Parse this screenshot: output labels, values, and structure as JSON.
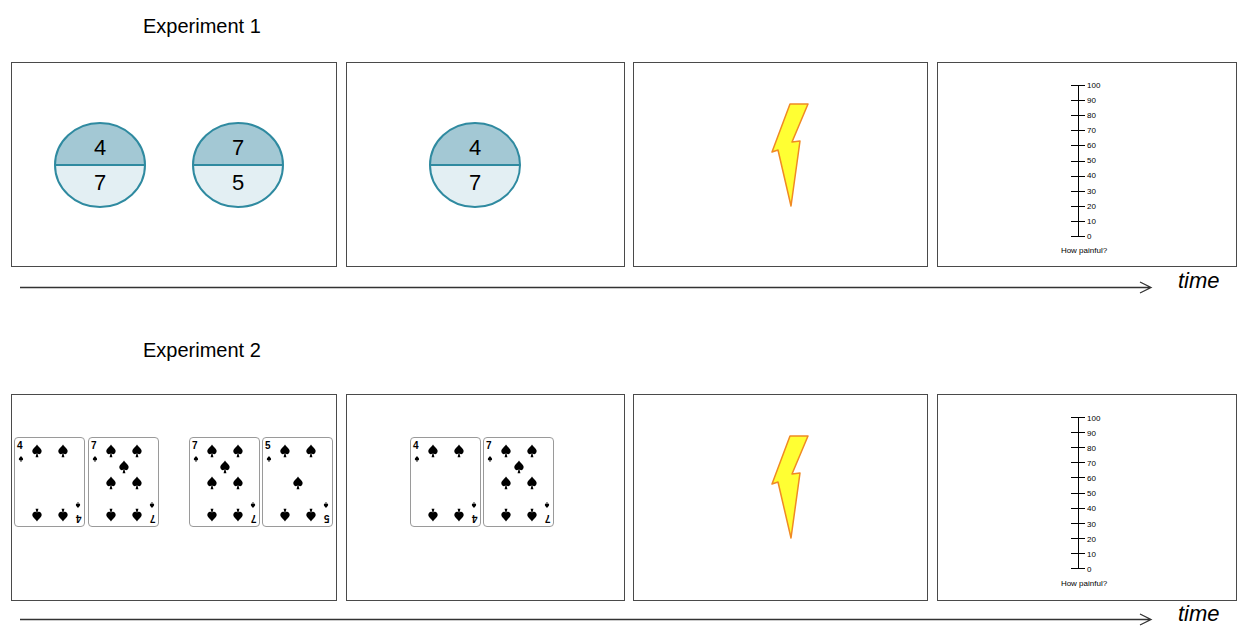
{
  "diagram": {
    "nodes": [
      {
        "text": [
          "4",
          "7"
        ]
      },
      {
        "text": [
          "7",
          "5"
        ]
      },
      {
        "text": [
          "4",
          "7"
        ]
      },
      {
        "text": [
          "4",
          "4"
        ]
      },
      {
        "text": [
          "7",
          "7"
        ]
      },
      {
        "text": [
          "7",
          "7"
        ]
      },
      {
        "text": [
          "5",
          "5"
        ]
      },
      {
        "text": [
          "4",
          "4"
        ]
      },
      {
        "text": [
          "7",
          "7"
        ]
      }
    ],
    "labels": [
      "Experiment 1",
      "100",
      "90",
      "80",
      "70",
      "60",
      "50",
      "40",
      "30",
      "20",
      "10",
      "0",
      "How painful?",
      "time",
      "Experiment 2",
      "100",
      "90",
      "80",
      "70",
      "60",
      "50",
      "40",
      "30",
      "20",
      "10",
      "0",
      "How painful?",
      "time"
    ]
  }
}
